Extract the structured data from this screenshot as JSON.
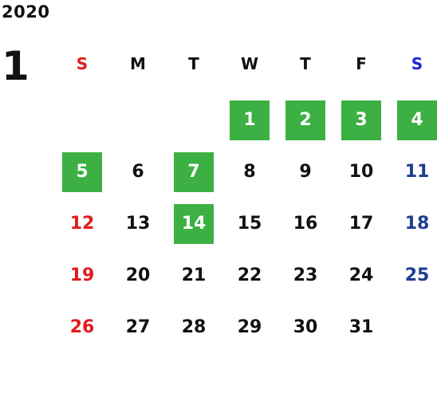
{
  "calendar": {
    "year": "2020",
    "month": "1",
    "weekdays": [
      {
        "label": "S",
        "color": "#e11b1b"
      },
      {
        "label": "M",
        "color": "#111111"
      },
      {
        "label": "T",
        "color": "#111111"
      },
      {
        "label": "W",
        "color": "#111111"
      },
      {
        "label": "T",
        "color": "#111111"
      },
      {
        "label": "F",
        "color": "#111111"
      },
      {
        "label": "S",
        "color": "#1a27d6"
      }
    ],
    "start_weekday_index": 3,
    "days": [
      {
        "day": "1",
        "highlighted": true
      },
      {
        "day": "2",
        "highlighted": true
      },
      {
        "day": "3",
        "highlighted": true
      },
      {
        "day": "4",
        "highlighted": true
      },
      {
        "day": "5",
        "highlighted": true
      },
      {
        "day": "6",
        "highlighted": false
      },
      {
        "day": "7",
        "highlighted": true
      },
      {
        "day": "8",
        "highlighted": false
      },
      {
        "day": "9",
        "highlighted": false
      },
      {
        "day": "10",
        "highlighted": false
      },
      {
        "day": "11",
        "highlighted": false
      },
      {
        "day": "12",
        "highlighted": false
      },
      {
        "day": "13",
        "highlighted": false
      },
      {
        "day": "14",
        "highlighted": true
      },
      {
        "day": "15",
        "highlighted": false
      },
      {
        "day": "16",
        "highlighted": false
      },
      {
        "day": "17",
        "highlighted": false
      },
      {
        "day": "18",
        "highlighted": false
      },
      {
        "day": "19",
        "highlighted": false
      },
      {
        "day": "20",
        "highlighted": false
      },
      {
        "day": "21",
        "highlighted": false
      },
      {
        "day": "22",
        "highlighted": false
      },
      {
        "day": "23",
        "highlighted": false
      },
      {
        "day": "24",
        "highlighted": false
      },
      {
        "day": "25",
        "highlighted": false
      },
      {
        "day": "26",
        "highlighted": false
      },
      {
        "day": "27",
        "highlighted": false
      },
      {
        "day": "28",
        "highlighted": false
      },
      {
        "day": "29",
        "highlighted": false
      },
      {
        "day": "30",
        "highlighted": false
      },
      {
        "day": "31",
        "highlighted": false
      }
    ],
    "colors": {
      "highlight_bg": "#3cb043",
      "highlight_text": "#ffffff",
      "sunday": "#e11b1b",
      "saturday": "#1f3c8f",
      "weekday": "#111111"
    }
  }
}
